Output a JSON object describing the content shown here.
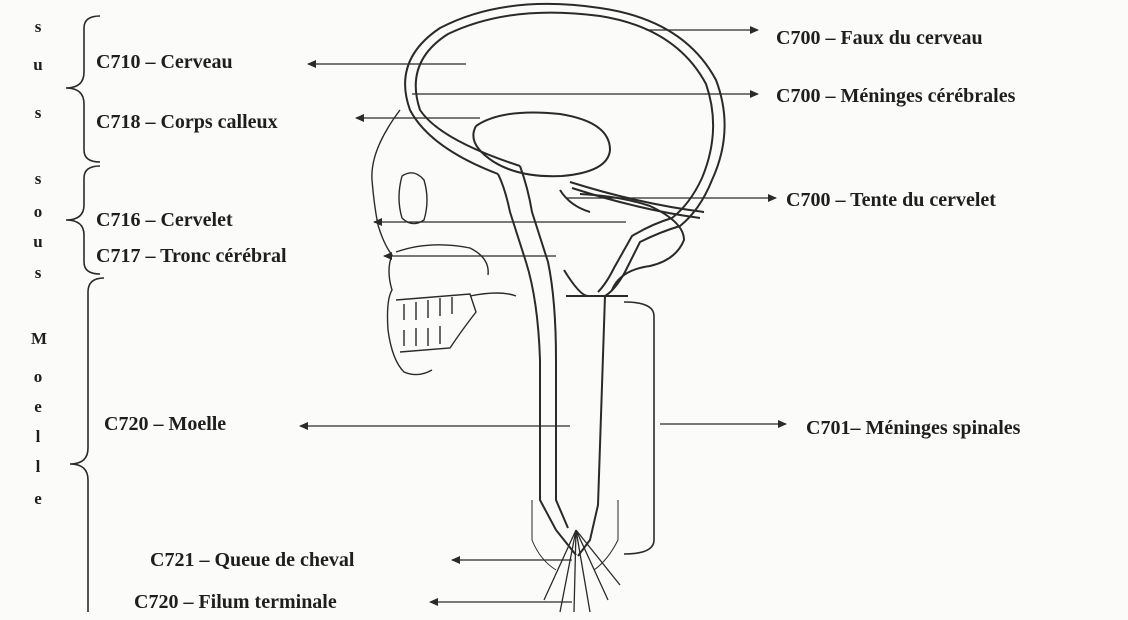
{
  "side_groups": [
    {
      "letters": [
        "s",
        "u",
        "s"
      ]
    },
    {
      "letters": [
        "s",
        "o",
        "u",
        "s"
      ]
    },
    {
      "letters": [
        "M",
        "o",
        "e",
        "l",
        "l",
        "e"
      ]
    }
  ],
  "labels": {
    "c710": "C710 – Cerveau",
    "c718": "C718 – Corps calleux",
    "c716": "C716 – Cervelet",
    "c717": "C717 – Tronc cérébral",
    "c720_moelle": "C720 – Moelle",
    "c721": "C721 – Queue de cheval",
    "c720_filum": "C720 – Filum terminale",
    "c700_faux": "C700 – Faux du cerveau",
    "c700_meninges": "C700 – Méninges cérébrales",
    "c700_tente": "C700 – Tente du cervelet",
    "c701": "C701– Méninges spinales"
  }
}
